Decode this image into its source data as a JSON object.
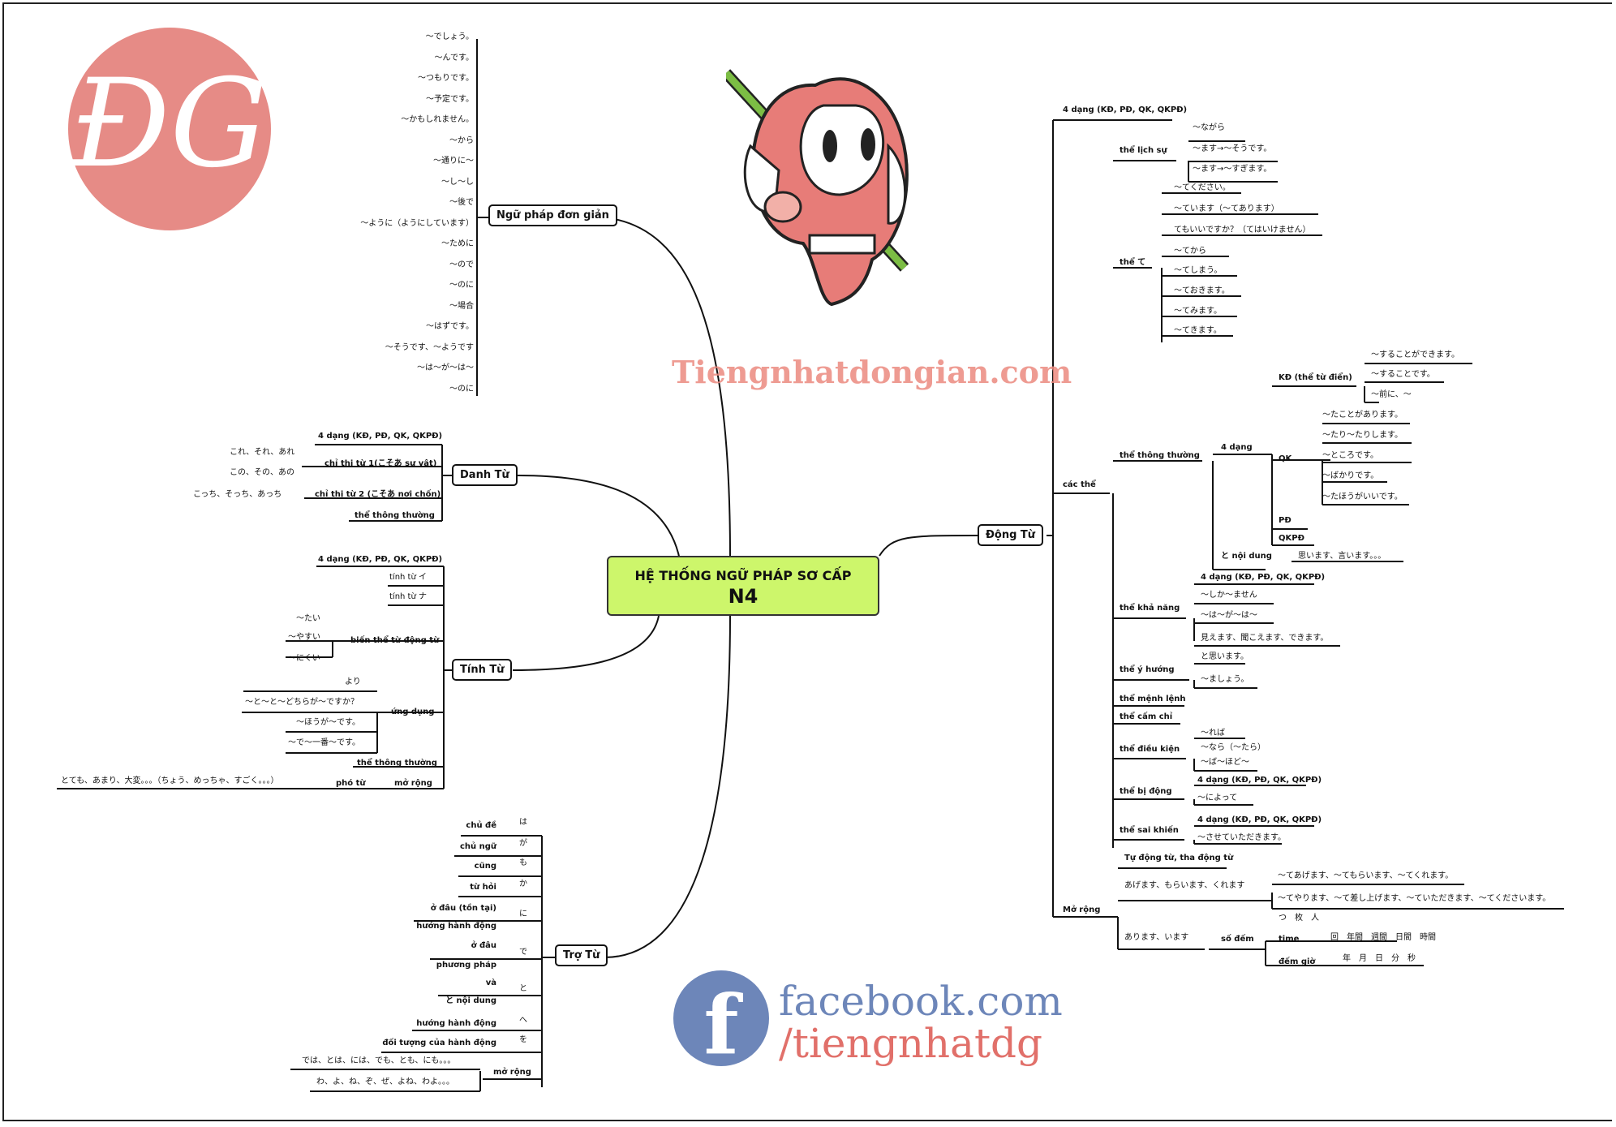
{
  "colors": {
    "center_fill": "#cdf66b",
    "logo": "#e68b86",
    "facebook": "#6d86b9",
    "brand_pink": "#e1706a"
  },
  "logo": {
    "text": "ĐG",
    "icon": "dg-logo"
  },
  "mascot": {
    "icon": "ninja-mascot"
  },
  "watermark": "Tiengnhatdongian.com",
  "facebook": {
    "line1": "facebook.com",
    "line2": "/tiengnhatdg",
    "icon": "facebook-icon"
  },
  "center": {
    "title": "HỆ THỐNG NGỮ PHÁP SƠ CẤP",
    "level": "N4"
  },
  "simple": {
    "label": "Ngữ pháp đơn giản",
    "items": [
      "〜でしょう。",
      "〜んです。",
      "〜つもりです。",
      "〜予定です。",
      "〜かもしれません。",
      "〜から",
      "〜通りに〜",
      "〜し〜し",
      "〜後で",
      "〜ように（ようにしています）",
      "〜ために",
      "〜ので",
      "〜のに",
      "〜場合",
      "〜はずです。",
      "〜そうです、〜ようです",
      "〜は〜が〜は〜",
      "〜のに"
    ]
  },
  "noun": {
    "label": "Danh Từ",
    "forms4": "4 dạng (KĐ, PĐ, QK, QKPĐ)",
    "demo1": {
      "label": "chỉ thị từ 1(こそあ sự vật)",
      "items": [
        "これ、それ、あれ",
        "この、その、あの"
      ]
    },
    "demo2": {
      "label": "chỉ thị từ 2 (こそあ nơi chốn)",
      "items": [
        "こっち、そっち、あっち"
      ]
    },
    "plain": "thể thông thường"
  },
  "adj": {
    "label": "Tính Từ",
    "forms4": "4 dạng (KĐ, PĐ, QK, QKPĐ)",
    "i_adj": "tính từ イ",
    "na_adj": "tính từ ナ",
    "verbal": {
      "label": "biến thể từ động từ",
      "items": [
        "〜たい",
        "〜やすい",
        "〜にくい"
      ]
    },
    "usage": {
      "label": "ứng dụng",
      "items": [
        "より",
        "〜と〜と〜どちらが〜ですか？",
        "〜ほうが〜です。",
        "〜で〜一番〜です。"
      ]
    },
    "plain": "thể thông thường",
    "expand": {
      "label": "mở rộng",
      "adverb": "phó từ",
      "adverb_items": "とても、あまり、大変。。。（ちょう、めっちゃ、すごく。。。）"
    }
  },
  "particle": {
    "label": "Trợ Từ",
    "items": [
      {
        "particle": "は",
        "uses": [
          "chủ đề"
        ]
      },
      {
        "particle": "が",
        "uses": [
          "chủ ngữ"
        ]
      },
      {
        "particle": "も",
        "uses": [
          "cũng"
        ]
      },
      {
        "particle": "か",
        "uses": [
          "từ hỏi"
        ]
      },
      {
        "particle": "に",
        "uses": [
          "ở đâu (tồn tại)",
          "hướng hành động"
        ]
      },
      {
        "particle": "で",
        "uses": [
          "ở đâu",
          "phương pháp"
        ]
      },
      {
        "particle": "と",
        "uses": [
          "và",
          "と nội dung"
        ]
      },
      {
        "particle": "へ",
        "uses": [
          "hướng hành động"
        ]
      },
      {
        "particle": "を",
        "uses": [
          "đối tượng của hành động"
        ]
      }
    ],
    "expand": {
      "label": "mở rộng",
      "items": [
        "では、とは、には、でも、とも、にも。。。",
        "わ、よ、ね、ぞ、ぜ、よね、わよ。。。"
      ]
    }
  },
  "verb": {
    "label": "Động Từ",
    "forms4": "4 dạng (KĐ, PĐ, QK, QKPĐ)",
    "forms_label": "các thể",
    "forms": {
      "lich_su": {
        "label": "thể lịch sự",
        "items": [
          "〜ながら",
          "〜ます→〜そうです。",
          "〜ます→〜すぎます。"
        ]
      },
      "te": {
        "label": "thể て",
        "items": [
          "〜てください。",
          "〜ています（〜てあります）",
          "てもいいですか？（てはいけません）",
          "〜てから",
          "〜てしまう。",
          "〜ておきます。",
          "〜てみます。",
          "〜てきます。"
        ]
      },
      "plain": {
        "label": "thể thông thường",
        "forms4": "4 dạng",
        "kd": {
          "label": "KĐ (thể từ điển)",
          "items": [
            "〜することができます。",
            "〜することです。",
            "〜前に、〜"
          ]
        },
        "qk": {
          "label": "QK",
          "items": [
            "〜たことがあります。",
            "〜たり〜たりします。",
            "〜ところです。",
            "〜ばかりです。",
            "〜たほうがいいです。"
          ]
        },
        "pd": "PĐ",
        "qkpd": "QKPĐ",
        "to": {
          "label": "と nội dung",
          "items": [
            "思います、言います。。。"
          ]
        }
      },
      "potential": {
        "label": "thể khả năng",
        "items": [
          "4 dạng (KĐ, PĐ, QK, QKPĐ)",
          "〜しか〜ません",
          "〜は〜が〜は〜",
          "見えます、聞こえます、できます。"
        ]
      },
      "volitional": {
        "label": "thể ý hướng",
        "items": [
          "と思います。",
          "〜ましょう。"
        ]
      },
      "imperative": "thể mệnh lệnh",
      "prohibitive": "thể cấm chỉ",
      "conditional": {
        "label": "thể điều kiện",
        "items": [
          "〜れば",
          "〜なら（〜たら）",
          "〜ば〜ほど〜"
        ]
      },
      "passive": {
        "label": "thể bị động",
        "items": [
          "4 dạng (KĐ, PĐ, QK, QKPĐ)",
          "〜によって"
        ]
      },
      "causative": {
        "label": "thể sai khiến",
        "items": [
          "4 dạng (KĐ, PĐ, QK, QKPĐ)",
          "〜させていただきます。"
        ]
      }
    },
    "expand": {
      "label": "Mở rộng",
      "transitive": "Tự động từ, tha động từ",
      "giving": {
        "label": "あげます、もらいます、くれます",
        "items": [
          "〜てあげます、〜てもらいます、〜てくれます。",
          "〜てやります、〜て差し上げます、〜ていただきます、〜てくださいます。"
        ]
      },
      "existence": {
        "label": "あります、います",
        "count": "số đếm",
        "count_items": "つ　枚　人",
        "time": {
          "label": "time",
          "items": "回　年間　週間　日間　時間"
        },
        "counter": {
          "label": "đếm giờ",
          "items": "年　月　日　分　秒"
        }
      }
    }
  }
}
